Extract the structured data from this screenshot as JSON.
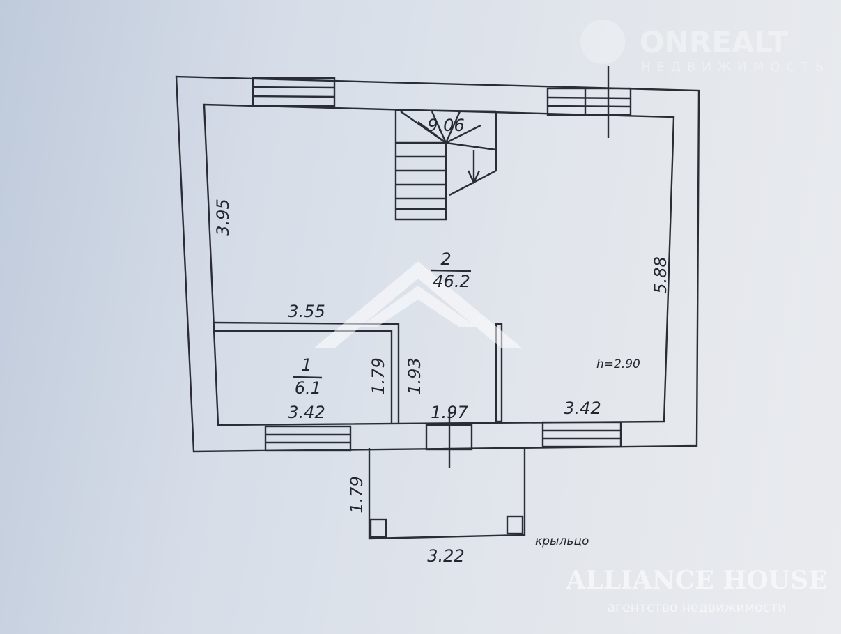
{
  "plan": {
    "rooms": [
      {
        "number": "1",
        "area": "6.1"
      },
      {
        "number": "2",
        "area": "46.2"
      }
    ],
    "dimensions": {
      "left_height": "3.95",
      "right_height": "5.88",
      "partition_top": "3.55",
      "room1_bottom": "3.42",
      "corridor_a": "1.79",
      "corridor_b": "1.93",
      "corridor_bottom": "1.97",
      "right_bottom": "3.42",
      "stair": "9.06",
      "porch_depth": "1.79",
      "porch_width": "3.22"
    },
    "ceiling_height": "h=2.90",
    "porch_label": "крыльцо"
  },
  "watermarks": {
    "center_title": "ALLIANCE HOUSE",
    "center_subtitle": "агентство недвижимости",
    "corner_title": "ONREALT",
    "corner_subtitle": "НЕДВИЖИМОСТЬ"
  }
}
